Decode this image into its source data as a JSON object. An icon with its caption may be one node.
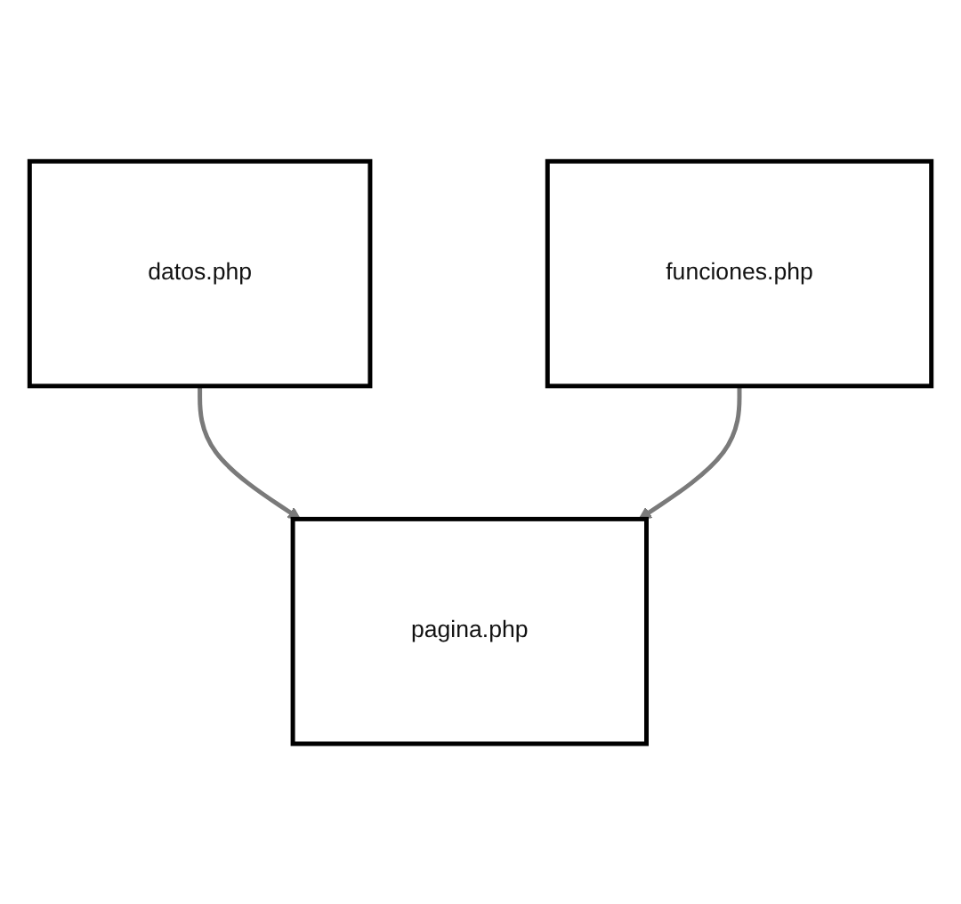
{
  "diagram": {
    "nodes": [
      {
        "text": [
          "datos.php"
        ]
      },
      {
        "text": [
          "funciones.php"
        ]
      },
      {
        "text": [
          "pagina.php"
        ]
      }
    ],
    "edges": [
      {
        "from": 0,
        "to": 2,
        "arrow": "to"
      },
      {
        "from": 1,
        "to": 2,
        "arrow": "to"
      }
    ]
  }
}
